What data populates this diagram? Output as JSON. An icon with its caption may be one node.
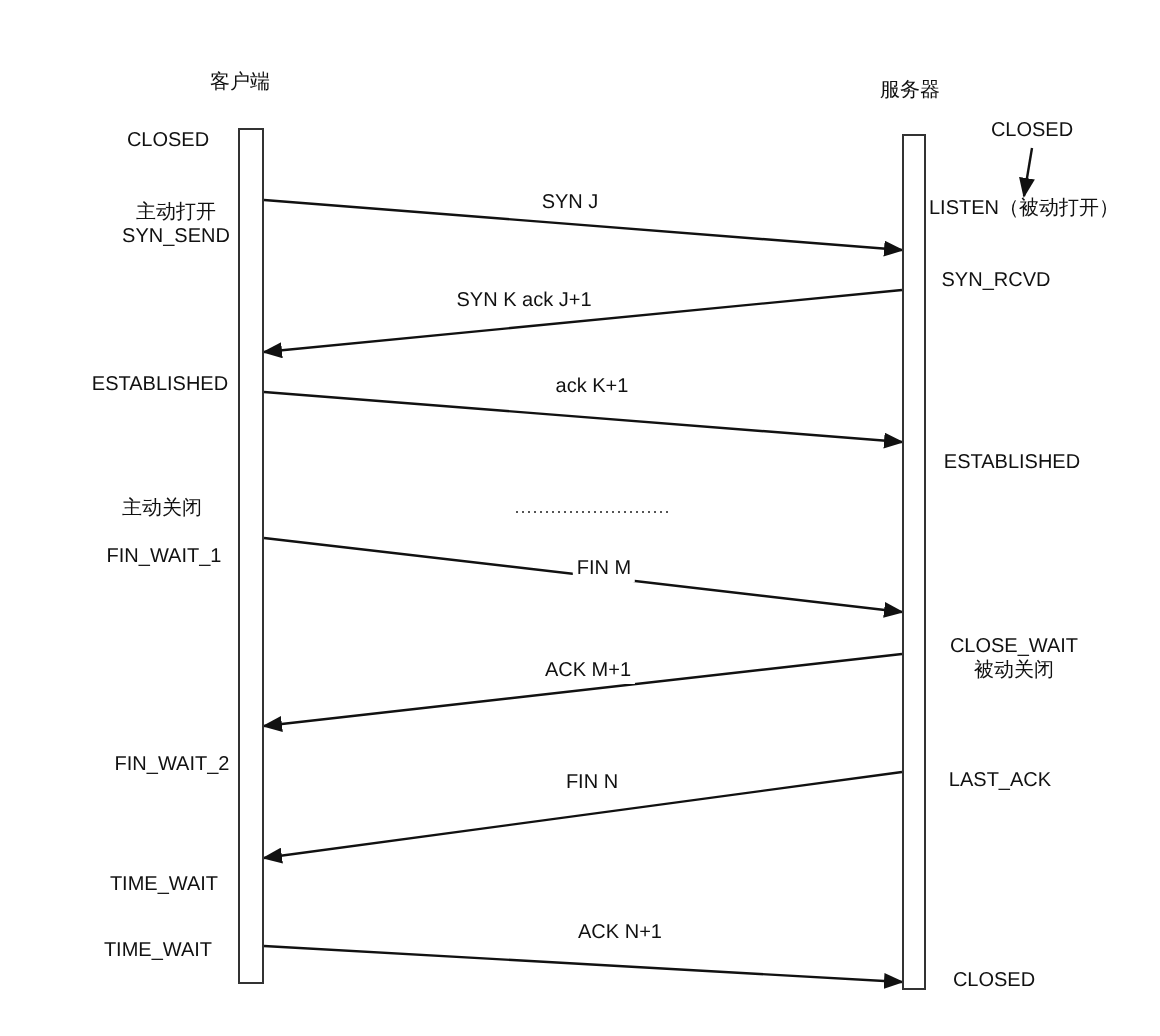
{
  "diagram": {
    "nodes": [
      {
        "text": [
          "客户端"
        ]
      },
      {
        "text": [
          "服务器"
        ]
      },
      {
        "text": [
          "CLOSED"
        ]
      },
      {
        "text": [
          "LISTEN（被动打开）"
        ]
      }
    ],
    "edges": [
      {
        "from": 2,
        "to": 3,
        "arrow": "to"
      },
      {
        "from": 0,
        "to": 1,
        "arrow": "to",
        "label": "SYN J"
      },
      {
        "from": 1,
        "to": 0,
        "arrow": "to",
        "label": "SYN K  ack J+1"
      },
      {
        "from": 0,
        "to": 1,
        "arrow": "to",
        "label": "ack K+1"
      },
      {
        "from": 0,
        "to": 1,
        "arrow": "to",
        "label": "FIN M"
      },
      {
        "from": 1,
        "to": 0,
        "arrow": "to",
        "label": "ACK M+1"
      },
      {
        "from": 1,
        "to": 0,
        "arrow": "to",
        "label": "FIN N"
      },
      {
        "from": 0,
        "to": 1,
        "arrow": "to",
        "label": "ACK N+1"
      }
    ],
    "labels": [
      "CLOSED",
      "主动打开 SYN_SEND",
      "SYN_RCVD",
      "ESTABLISHED",
      "ESTABLISHED",
      "主动关闭",
      "FIN_WAIT_1",
      "CLOSE_WAIT 被动关闭",
      "FIN_WAIT_2",
      "LAST_ACK",
      "TIME_WAIT",
      "TIME_WAIT",
      "CLOSED"
    ]
  }
}
